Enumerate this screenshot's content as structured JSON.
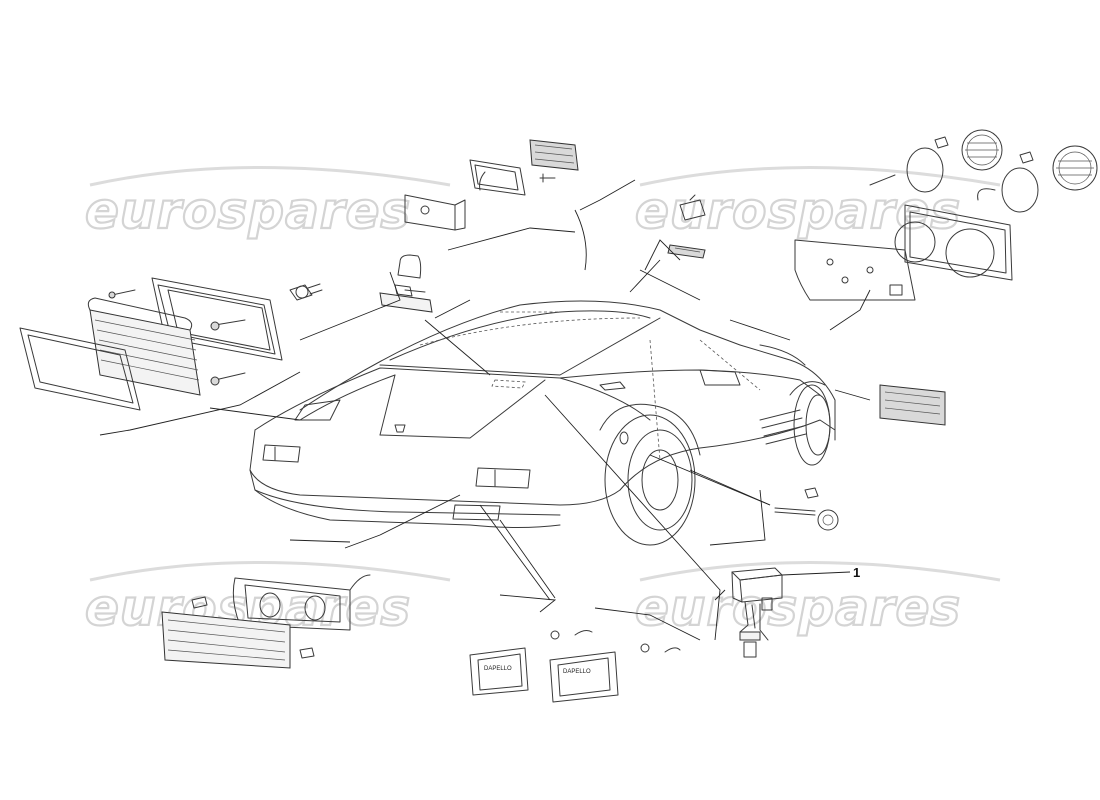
{
  "watermark": {
    "text": "eurospares"
  },
  "callouts": [
    {
      "label": "1"
    }
  ],
  "part_stamp": "DAPELLO",
  "colors": {
    "line": "#3a3a3a",
    "watermark": "#d4d4d4",
    "background": "#ffffff"
  }
}
